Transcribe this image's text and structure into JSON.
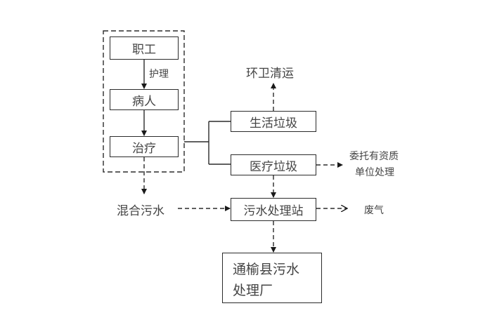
{
  "diagram": {
    "type": "process-flowchart",
    "nodes": {
      "staff": "职工",
      "patient": "病人",
      "treatment": "治疗",
      "domestic_waste": "生活垃圾",
      "medical_waste": "医疗垃圾",
      "wastewater_station": "污水处理站",
      "county_plant_line1": "通榆县污水",
      "county_plant_line2": "处理厂"
    },
    "labels": {
      "care": "护理",
      "sanitation": "环卫清运",
      "entrusted_line1": "委托有资质",
      "entrusted_line2": "单位处理",
      "mixed_wastewater": "混合污水",
      "exhaust_gas": "废气"
    },
    "edges": [
      {
        "from": "职工",
        "to": "病人",
        "label": "护理",
        "style": "solid"
      },
      {
        "from": "病人",
        "to": "治疗",
        "style": "solid"
      },
      {
        "from": "治疗",
        "to": "生活垃圾",
        "style": "solid"
      },
      {
        "from": "治疗",
        "to": "医疗垃圾",
        "style": "solid"
      },
      {
        "from": "生活垃圾",
        "to": "环卫清运",
        "style": "dashed"
      },
      {
        "from": "医疗垃圾",
        "to": "委托有资质单位处理",
        "style": "dashed"
      },
      {
        "from": "医疗垃圾",
        "to": "污水处理站",
        "style": "dashed"
      },
      {
        "from": "职工/病人/治疗 group",
        "to": "混合污水",
        "style": "dashed"
      },
      {
        "from": "混合污水",
        "to": "污水处理站",
        "style": "dashed"
      },
      {
        "from": "污水处理站",
        "to": "废气",
        "style": "dashed"
      },
      {
        "from": "污水处理站",
        "to": "通榆县污水处理厂",
        "style": "dashed"
      }
    ]
  }
}
